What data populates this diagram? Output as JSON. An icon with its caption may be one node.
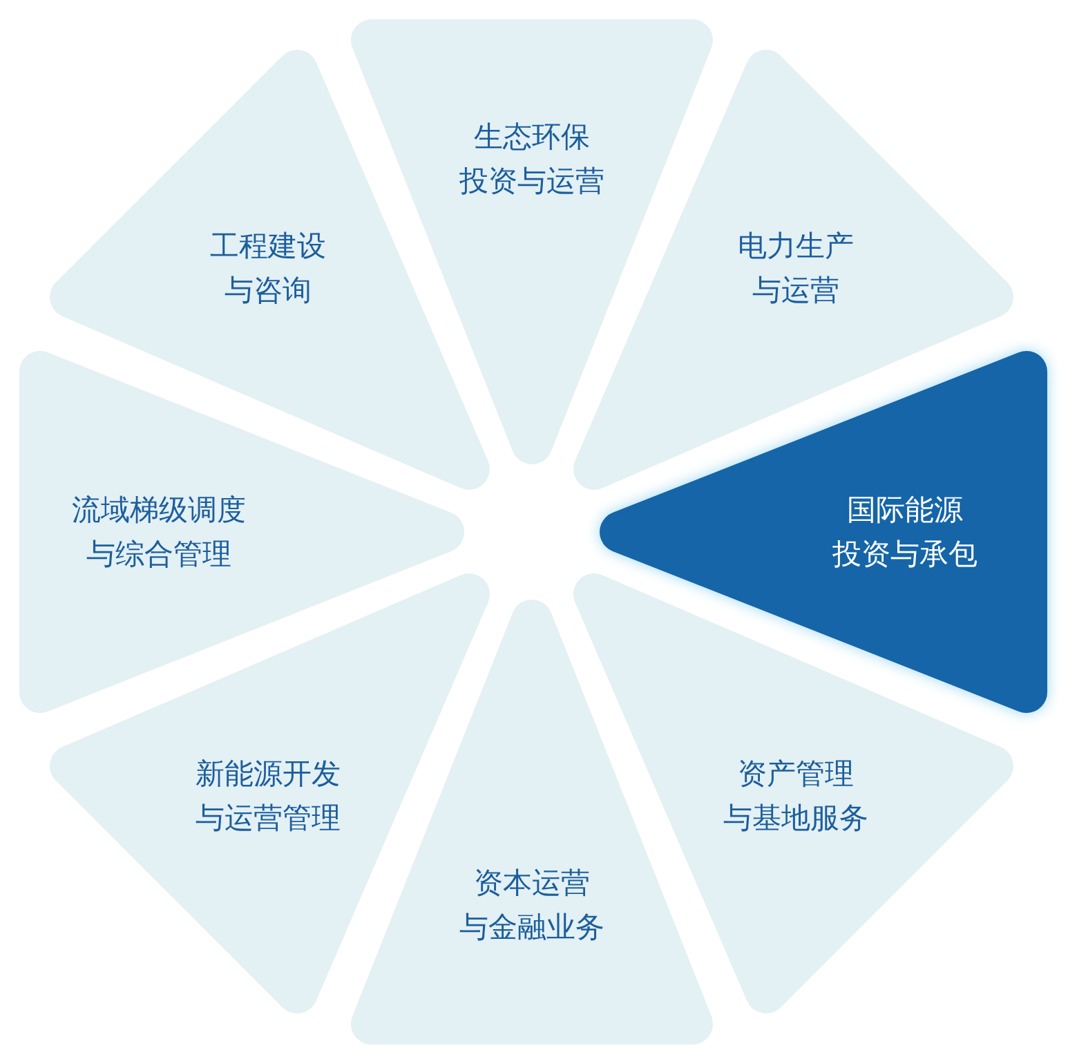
{
  "diagram": {
    "nodes": [
      {
        "text": [
          "生态环保投资与运营"
        ]
      },
      {
        "text": [
          "电力生产与运营"
        ]
      },
      {
        "text": [
          "国际能源投资与承包"
        ]
      },
      {
        "text": [
          "资产管理与基地服务"
        ]
      },
      {
        "text": [
          "资本运营与金融业务"
        ]
      },
      {
        "text": [
          "新能源开发与运营管理"
        ]
      },
      {
        "text": [
          "流域梯级调度与综合管理"
        ]
      },
      {
        "text": [
          "工程建设与咨询"
        ]
      }
    ]
  }
}
